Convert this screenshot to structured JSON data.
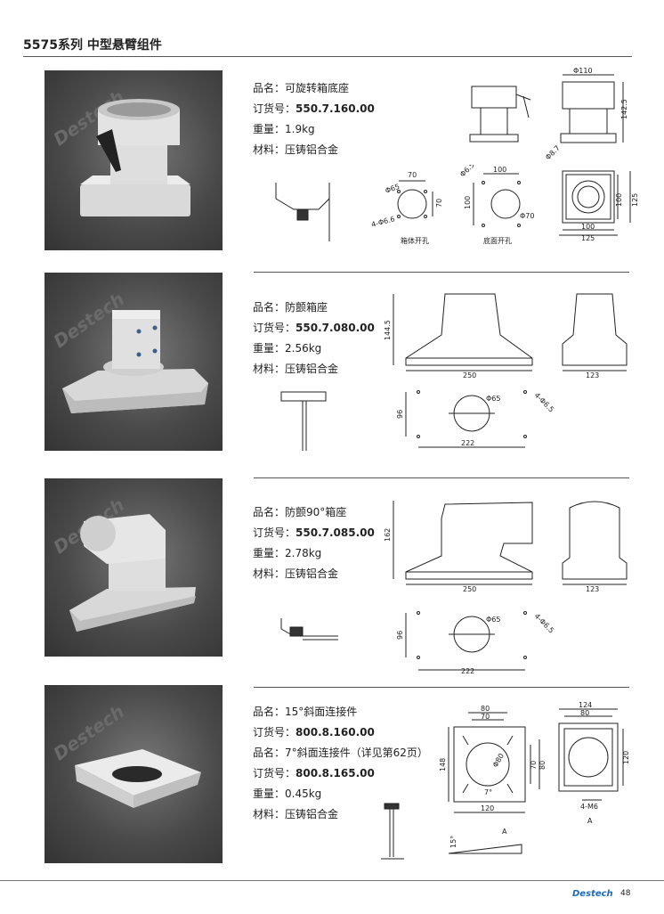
{
  "header": {
    "title": "5575系列  中型悬臂组件"
  },
  "products": [
    {
      "name": "品名：可旋转箱底座",
      "order_label": "订货号：",
      "order": "550.7.160.00",
      "weight": "重量：1.9kg",
      "material": "材料：压铸铝合金",
      "dims": {
        "d110": "Φ110",
        "h1425": "142.5",
        "d87": "Φ8.7",
        "d65a": "Φ65",
        "w70": "70",
        "h70": "70",
        "hole66": "4-Φ6.6",
        "d65b": "Φ6.5",
        "w100": "100",
        "h100": "100",
        "d70": "Φ70",
        "h100b": "100",
        "h125": "125",
        "w100b": "100",
        "w125": "125",
        "cap1": "箱体开孔",
        "cap2": "底面开孔"
      }
    },
    {
      "name": "品名：防颤箱座",
      "order_label": "订货号：",
      "order": "550.7.080.00",
      "weight": "重量：2.56kg",
      "material": "材料：压铸铝合金",
      "dims": {
        "h": "144.5",
        "w": "250",
        "side": "123",
        "d65": "Φ65",
        "holes": "4-Φ6.5",
        "h96": "96",
        "w222": "222"
      }
    },
    {
      "name": "品名：防颤90°箱座",
      "order_label": "订货号：",
      "order": "550.7.085.00",
      "weight": "重量：2.78kg",
      "material": "材料：压铸铝合金",
      "dims": {
        "h": "162",
        "w": "250",
        "side": "123",
        "d65": "Φ65",
        "holes": "4-Φ6.5",
        "h96": "96",
        "w222": "222"
      }
    },
    {
      "name": "品名：15°斜面连接件",
      "order_label": "订货号：",
      "order": "800.8.160.00",
      "name2": "品名：7°斜面连接件（详见第62页）",
      "order2": "800.8.165.00",
      "weight": "重量：0.45kg",
      "material": "材料：压铸铝合金",
      "dims": {
        "w80": "80",
        "w70": "70",
        "h148": "148",
        "d80": "Φ80",
        "h70": "70",
        "h80": "80",
        "w120": "120",
        "a7": "7°",
        "w124": "124",
        "w80b": "80",
        "h120": "120",
        "m6": "4-M6",
        "a": "A",
        "a15": "15°",
        "a2": "A"
      }
    }
  ],
  "watermark": "Destech",
  "footer": {
    "brand": "Destech",
    "page": "48"
  }
}
